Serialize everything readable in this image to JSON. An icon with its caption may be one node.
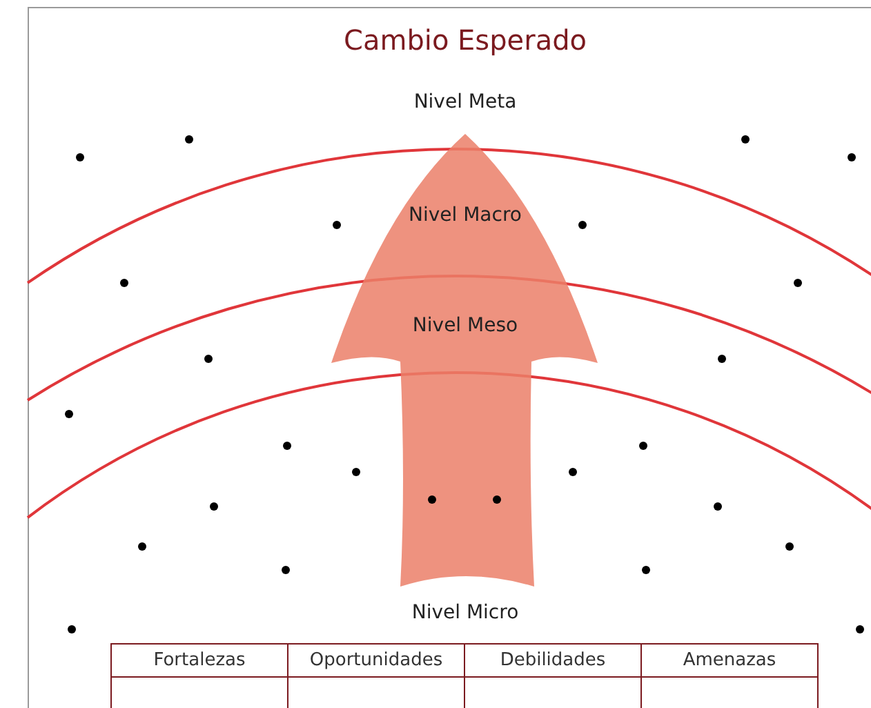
{
  "diagram": {
    "title": "Cambio Esperado",
    "labels": [
      "Nivel Meta",
      "Nivel Macro",
      "Nivel Meso",
      "Nivel Micro",
      "Fortalezas",
      "Oportunidades",
      "Debilidades",
      "Amenazas"
    ]
  }
}
